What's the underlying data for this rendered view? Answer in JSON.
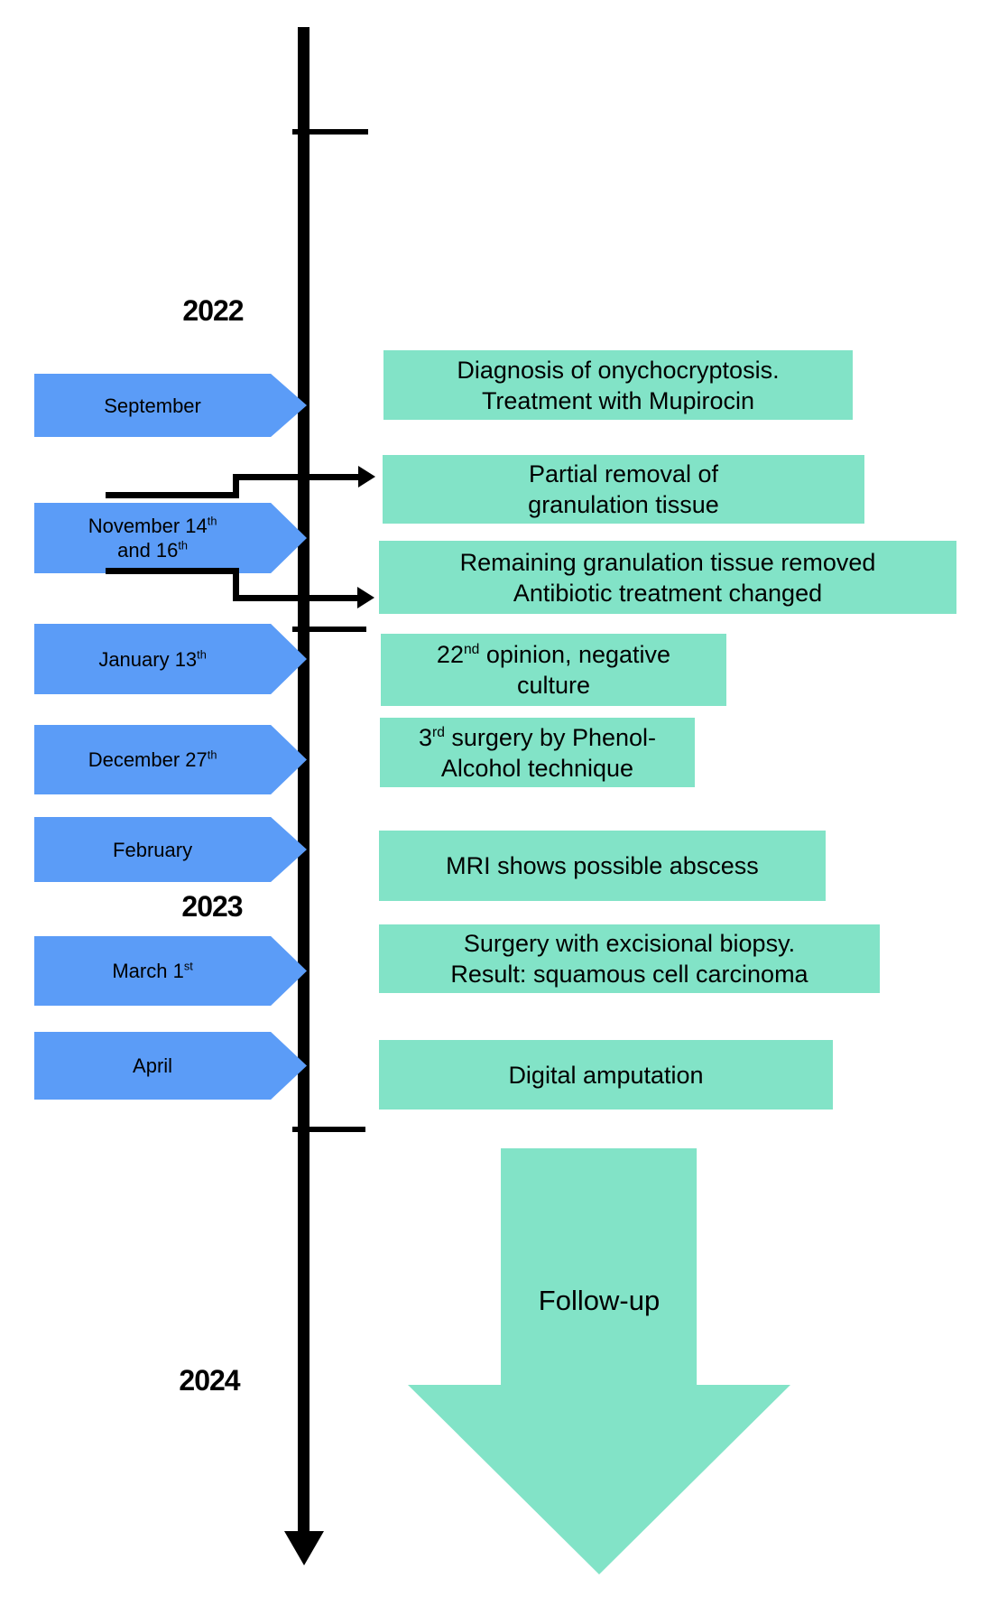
{
  "colors": {
    "arrow_blue": "#5b9cf7",
    "box_teal": "#82e3c7",
    "ink": "#000000",
    "background": "#ffffff"
  },
  "years": [
    "2022",
    "2023",
    "2024"
  ],
  "date_arrows": [
    {
      "name": "september",
      "lines": [
        [
          {
            "t": "September"
          }
        ]
      ]
    },
    {
      "name": "november-14-16",
      "lines": [
        [
          {
            "t": "November 14"
          },
          {
            "t": "th",
            "sup": true
          }
        ],
        [
          {
            "t": "and 16"
          },
          {
            "t": "th",
            "sup": true
          }
        ]
      ]
    },
    {
      "name": "january-13",
      "lines": [
        [
          {
            "t": "January 13"
          },
          {
            "t": "th",
            "sup": true
          }
        ]
      ]
    },
    {
      "name": "december-27",
      "lines": [
        [
          {
            "t": "December 27"
          },
          {
            "t": "th",
            "sup": true
          }
        ]
      ]
    },
    {
      "name": "february",
      "lines": [
        [
          {
            "t": "February"
          }
        ]
      ]
    },
    {
      "name": "march-1",
      "lines": [
        [
          {
            "t": "March 1"
          },
          {
            "t": "st",
            "sup": true
          }
        ]
      ]
    },
    {
      "name": "april",
      "lines": [
        [
          {
            "t": "April"
          }
        ]
      ]
    }
  ],
  "event_boxes": [
    {
      "name": "diagnosis-mupirocin",
      "lines": [
        [
          {
            "t": "Diagnosis of onychocryptosis."
          }
        ],
        [
          {
            "t": "Treatment with Mupirocin"
          }
        ]
      ]
    },
    {
      "name": "partial-removal",
      "lines": [
        [
          {
            "t": "Partial removal of"
          }
        ],
        [
          {
            "t": "granulation tissue"
          }
        ]
      ]
    },
    {
      "name": "remaining-removed",
      "lines": [
        [
          {
            "t": "Remaining granulation tissue removed"
          }
        ],
        [
          {
            "t": "Antibiotic treatment changed"
          }
        ]
      ]
    },
    {
      "name": "second-opinion",
      "lines": [
        [
          {
            "t": "22"
          },
          {
            "t": "nd",
            "sup": true
          },
          {
            "t": " opinion, negative"
          }
        ],
        [
          {
            "t": "culture"
          }
        ]
      ]
    },
    {
      "name": "third-surgery",
      "lines": [
        [
          {
            "t": "3"
          },
          {
            "t": "rd",
            "sup": true
          },
          {
            "t": " surgery by Phenol-"
          }
        ],
        [
          {
            "t": "Alcohol technique"
          }
        ]
      ]
    },
    {
      "name": "mri-abscess",
      "lines": [
        [
          {
            "t": "MRI shows possible abscess"
          }
        ]
      ]
    },
    {
      "name": "excisional-biopsy",
      "lines": [
        [
          {
            "t": "Surgery with excisional biopsy."
          }
        ],
        [
          {
            "t": "Result: squamous cell carcinoma"
          }
        ]
      ]
    },
    {
      "name": "digital-amputation",
      "lines": [
        [
          {
            "t": "Digital amputation"
          }
        ]
      ]
    }
  ],
  "follow_up": {
    "label": "Follow-up"
  }
}
